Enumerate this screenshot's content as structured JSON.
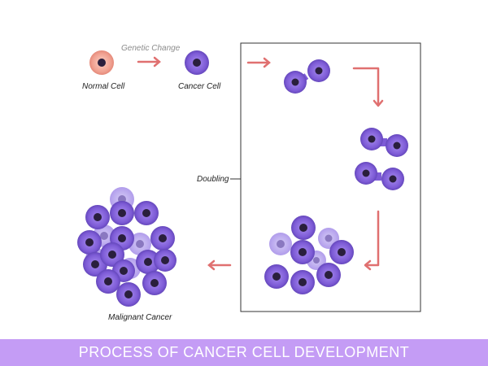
{
  "labels": {
    "genetic_change": "Genetic Change",
    "normal_cell": "Normal Cell",
    "cancer_cell": "Cancer Cell",
    "doubling": "Doubling",
    "malignant_cancer": "Malignant Cancer"
  },
  "banner": {
    "title": "PROCESS OF CANCER CELL DEVELOPMENT"
  },
  "colors": {
    "arrow": "#e07070",
    "cancer_cell": "#7d5bd6",
    "cancer_cell_dark": "#5a3fb0",
    "cancer_cell_light": "#b4a0ee",
    "normal_cell": "#f0a090",
    "nucleus": "#2a1f3d",
    "banner": "#c49cf5"
  }
}
